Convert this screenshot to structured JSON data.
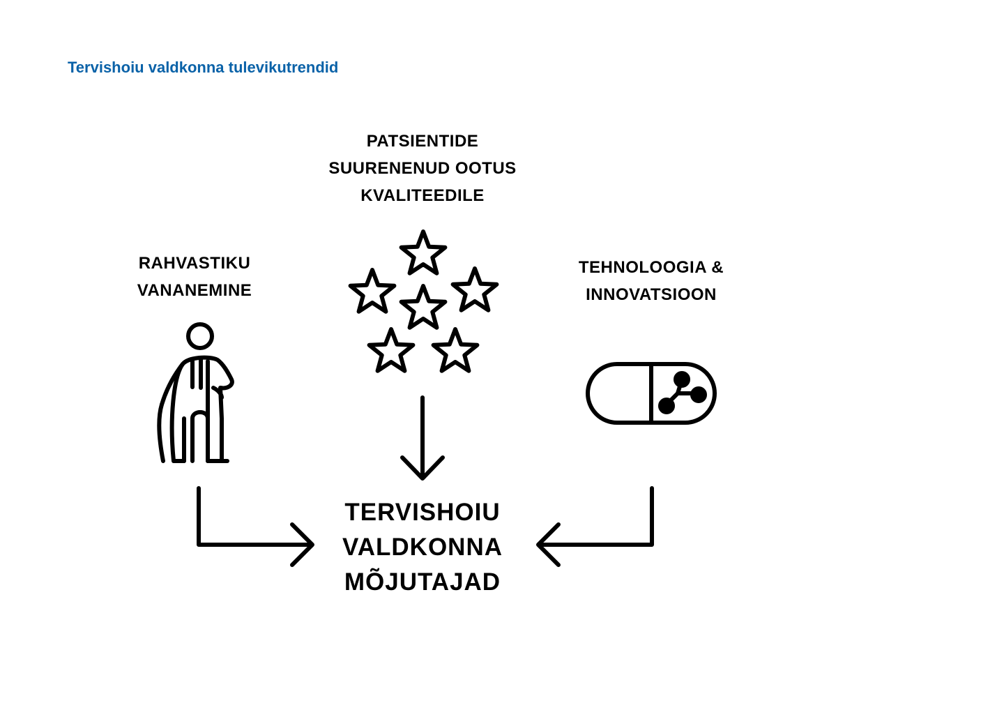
{
  "title": "Tervishoiu valdkonna tulevikutrendid",
  "colors": {
    "title": "#0a62a8",
    "ink": "#000000",
    "background": "#ffffff"
  },
  "nodes": {
    "top": {
      "icon": "stars-icon",
      "lines": [
        "PATSIENTIDE",
        "SUURENENUD OOTUS",
        "KVALITEEDILE"
      ]
    },
    "left": {
      "icon": "elderly-person-icon",
      "lines": [
        "RAHVASTIKU",
        "VANANEMINE"
      ]
    },
    "right": {
      "icon": "digital-pill-icon",
      "lines": [
        "TEHNOLOOGIA &",
        "INNOVATSIOON"
      ]
    },
    "center": {
      "lines": [
        "TERVISHOIU",
        "VALDKONNA",
        "MÕJUTAJAD"
      ]
    }
  },
  "edges": [
    {
      "from": "top",
      "to": "center"
    },
    {
      "from": "left",
      "to": "center"
    },
    {
      "from": "right",
      "to": "center"
    }
  ]
}
